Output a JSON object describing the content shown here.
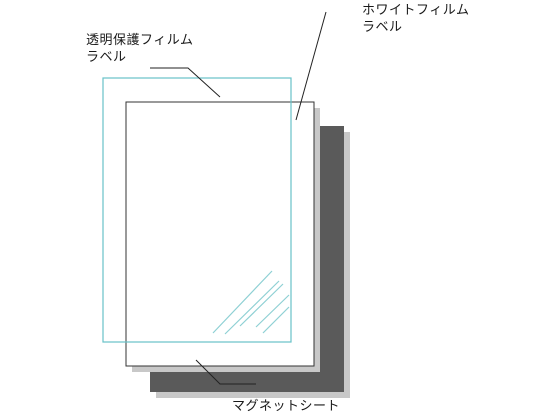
{
  "labels": {
    "protective_film_line1": "透明保護フィルム",
    "protective_film_line2": "ラベル",
    "white_film_line1": "ホワイトフィルム",
    "white_film_line2": "ラベル",
    "magnet_sheet": "マグネットシート"
  },
  "colors": {
    "magnet_sheet": "#5a5a5a",
    "magnet_shadow": "#c8c8c8",
    "white_film": "#ffffff",
    "white_film_border": "#333333",
    "protective_film_border": "#67c2c8",
    "glare": "#8ed0d4",
    "leader_line": "#222222"
  }
}
